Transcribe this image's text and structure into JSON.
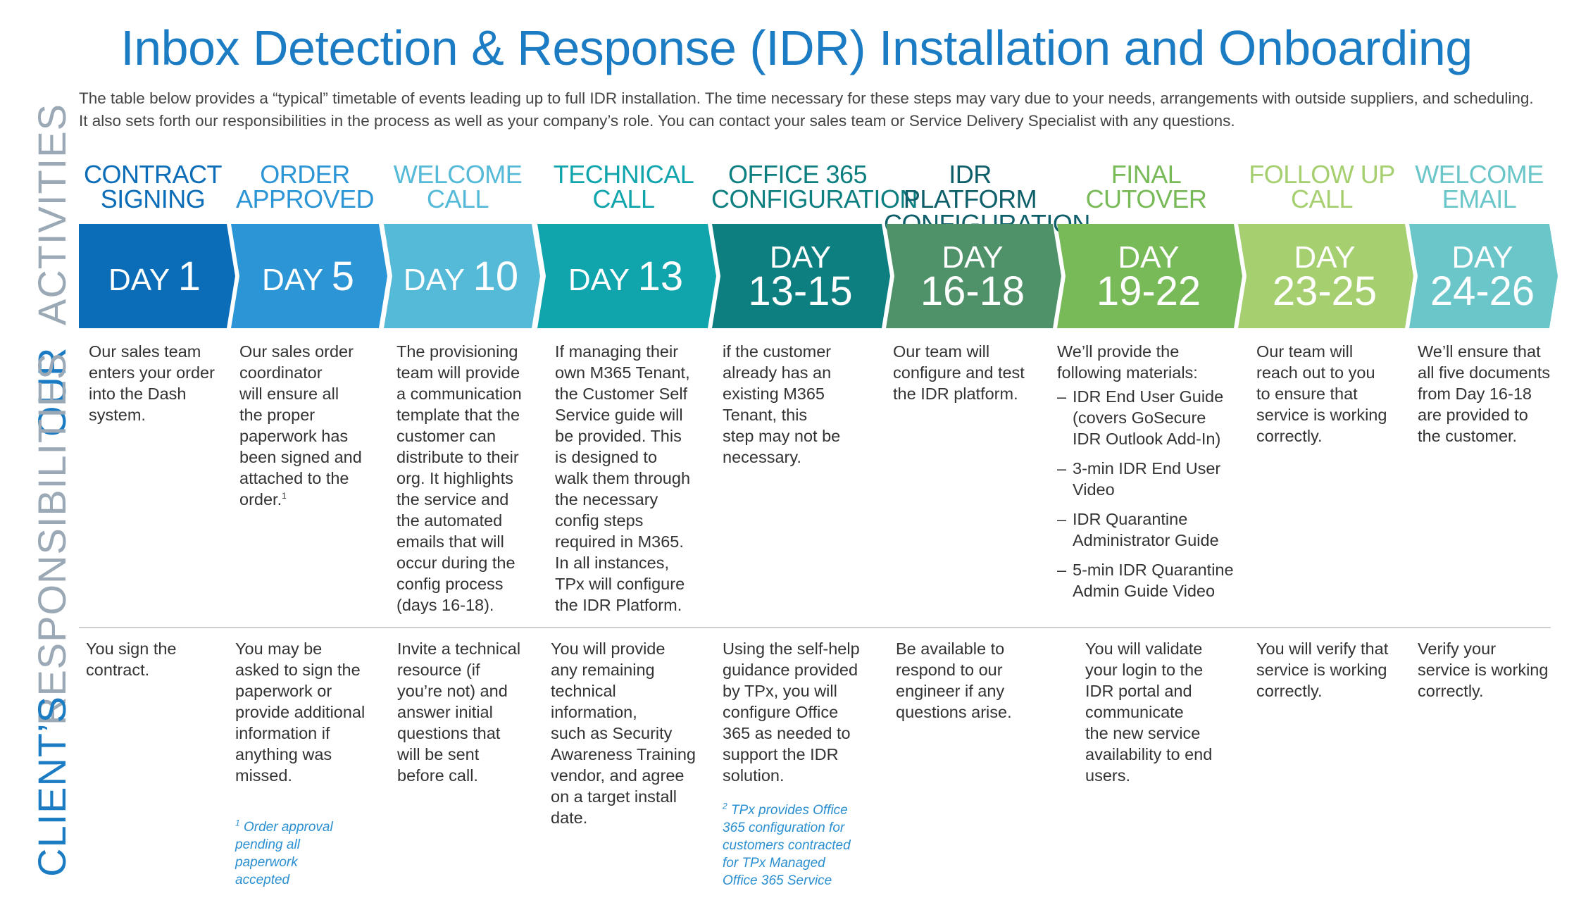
{
  "title": "Inbox Detection & Response (IDR) Installation and Onboarding",
  "intro": "The table below provides a “typical” timetable of events leading up to full IDR installation. The time necessary for these steps may vary due to your needs, arrangements with outside suppliers, and scheduling. It also sets forth our responsibilities in the process as well as your company’s role. You can contact your sales team or Service Delivery Specialist with any questions.",
  "side_labels": {
    "activities": "ACTIVITIES",
    "our": "OUR",
    "responsibilities": "RESPONSIBILITIES",
    "clients": "CLIENT’S"
  },
  "colors": {
    "title": "#1b7cc4",
    "step1": "#0b6db8",
    "step2": "#2b95d6",
    "step3": "#55b9d8",
    "step4": "#10a5ad",
    "step5": "#0e7f80",
    "step6": "#4f9168",
    "step7": "#79ba58",
    "step8": "#a6cf6f",
    "step9": "#6ac6c9",
    "footnote": "#2a8fd1"
  },
  "steps": [
    {
      "activity": "CONTRACT\nSIGNING",
      "day_word": "DAY",
      "day_num": "1",
      "our": "Our sales team\nenters your order\ninto the Dash\nsystem.",
      "client": "You sign the\ncontract."
    },
    {
      "activity": "ORDER\nAPPROVED",
      "day_word": "DAY",
      "day_num": "5",
      "our": "Our sales order\ncoordinator\nwill ensure all\nthe proper\npaperwork has\nbeen signed and\nattached to the\norder.",
      "our_sup": "1",
      "client": "You may be\nasked to sign the\npaperwork or\nprovide additional\ninformation if\nanything was\nmissed.",
      "footnote_mark": "1",
      "footnote": "Order approval\npending all\npaperwork\naccepted"
    },
    {
      "activity": "WELCOME\nCALL",
      "day_word": "DAY",
      "day_num": "10",
      "our": "The provisioning\nteam will provide\na communication\ntemplate that the\ncustomer can\ndistribute to their\norg. It highlights\nthe service and\nthe automated\nemails that will\noccur during the\nconfig process\n(days 16-18).",
      "client": "Invite a technical\nresource (if\nyou’re not) and\nanswer initial\nquestions that\nwill be sent\nbefore call."
    },
    {
      "activity": "TECHNICAL\nCALL",
      "day_word": "DAY",
      "day_num": "13",
      "our": "If managing their\nown M365 Tenant,\nthe Customer Self\nService guide will\nbe provided. This\nis designed to\nwalk them through\nthe necessary\nconfig steps\nrequired in M365.\nIn all instances,\nTPx will configure\nthe IDR Platform.",
      "client": "You will provide\nany remaining\ntechnical\ninformation,\nsuch as Security\nAwareness Training\nvendor,  and agree\non a target install\ndate."
    },
    {
      "activity": "OFFICE 365\nCONFIGURATION",
      "day_word": "DAY",
      "day_num": "13-15",
      "our": "if the customer\nalready has an\nexisting M365\nTenant, this\nstep may not be\nnecessary.",
      "client": "Using the self-help\nguidance provided\nby TPx, you will\nconfigure Office\n365 as needed to\nsupport the IDR\nsolution.",
      "footnote_mark": "2",
      "footnote": "TPx provides Office\n365 configuration for\ncustomers contracted\nfor TPx Managed\nOffice 365 Service"
    },
    {
      "activity": "IDR PLATFORM\nCONFIGURATION",
      "day_word": "DAY",
      "day_num": "16-18",
      "our": "Our team will\nconfigure and test\nthe IDR platform.",
      "client": "Be available  to\nrespond to our\nengineer if any\nquestions arise."
    },
    {
      "activity": "FINAL\nCUTOVER",
      "day_word": "DAY",
      "day_num": "19-22",
      "our": "We’ll provide the\nfollowing materials:",
      "our_list": [
        "IDR End User Guide\n(covers GoSecure\nIDR Outlook Add-In)",
        "3-min IDR End User\nVideo",
        "IDR Quarantine\nAdministrator Guide",
        "5-min IDR Quarantine\nAdmin Guide Video"
      ],
      "client": "You will validate\nyour login to the\nIDR portal and\ncommunicate\nthe new service\navailability to end\nusers."
    },
    {
      "activity": "FOLLOW UP\nCALL",
      "day_word": "DAY",
      "day_num": "23-25",
      "our": "Our team will\nreach out to you\nto ensure that\nservice is working\ncorrectly.",
      "client": "You will verify that\nservice is working\ncorrectly."
    },
    {
      "activity": "WELCOME\nEMAIL",
      "day_word": "DAY",
      "day_num": "24-26",
      "our": "We’ll ensure that\nall five documents\nfrom Day 16-18\nare provided to\nthe customer.",
      "client": "Verify your\nservice is working\ncorrectly."
    }
  ]
}
